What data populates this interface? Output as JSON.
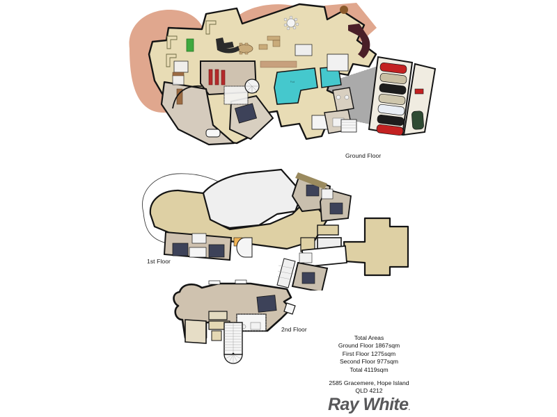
{
  "document": {
    "type": "real-estate-floor-plan",
    "background_color": "#ffffff"
  },
  "floor_labels": {
    "ground": "Ground Floor",
    "first": "1st Floor",
    "second": "2nd Floor"
  },
  "totals": {
    "heading": "Total Areas",
    "lines": [
      "Ground Floor  1867sqm",
      "First Floor  1275sqm",
      "Second Floor  977sqm",
      "Total   4119sqm"
    ],
    "ground_floor": "Ground Floor  1867sqm",
    "first_floor": "First Floor  1275sqm",
    "second_floor": "Second Floor  977sqm",
    "total": "Total   4119sqm"
  },
  "address": {
    "line1": "2585 Gracemere, Hope Island",
    "line2": "QLD 4212"
  },
  "brand": {
    "name": "Ray White",
    "trademark": "."
  },
  "palette": {
    "floor_tan": "#e8dcb5",
    "floor_tan_dark": "#ded0a4",
    "terrace_salmon": "#e0a78e",
    "pool_teal": "#45c8cd",
    "carpet_beige": "#d8cfc0",
    "carpet_warm": "#cfc2b0",
    "roof_white": "#efefef",
    "wall_black": "#141414",
    "wall_maroon": "#4a1f28",
    "bed_navy": "#3d4259",
    "accent_red": "#b42a2a",
    "accent_green": "#3fa93f",
    "driveway_gray": "#9a9a9a",
    "garage_cream": "#f0ece1",
    "tile_white": "#f4f4f4",
    "brand_gray": "#58585a"
  }
}
